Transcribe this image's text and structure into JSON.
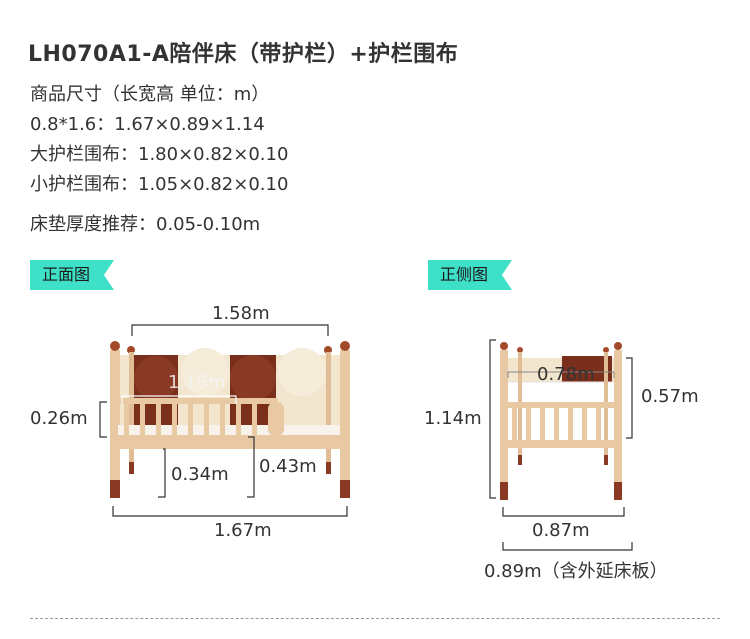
{
  "title": "LH070A1-A陪伴床（带护栏）+护栏围布",
  "specs": {
    "size_header": "商品尺寸（长宽高 单位：m）",
    "bed_size": "0.8*1.6：1.67×0.89×1.14",
    "big_cover": "大护栏围布：1.80×0.82×0.10",
    "small_cover": "小护栏围布：1.05×0.82×0.10",
    "mattress": "床垫厚度推荐：0.05-0.10m"
  },
  "front": {
    "tag": "正面图",
    "top_width": "1.58m",
    "inner_width": "1.15m",
    "rail_height": "0.26m",
    "leg_height_a": "0.34m",
    "leg_height_b": "0.43m",
    "total_length": "1.67m"
  },
  "side": {
    "tag": "正侧图",
    "inner_width": "0.78m",
    "upper_height": "0.57m",
    "total_height": "1.14m",
    "width_a": "0.87m",
    "width_b": "0.89m（含外延床板）"
  },
  "colors": {
    "accent": "#3fe0c8",
    "wood": "#e8c9a3",
    "dark_wood": "#7a2e1c",
    "cream": "#f3e6cf"
  }
}
